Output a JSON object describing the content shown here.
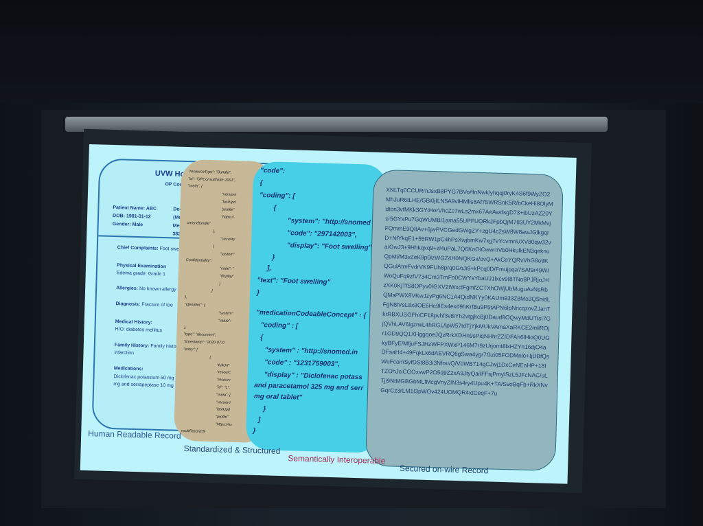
{
  "slide": {
    "human_record": {
      "hospital": "UVW Hosp",
      "subtitle": "OP Consult",
      "patient_name": "Patient Name: ABC",
      "dob": "DOB: 1981-01-12",
      "gender": "Gender: Male",
      "doctor_col": [
        "Doct",
        "(Me",
        "Med",
        "3828"
      ],
      "chief_complaints": "Chief Complaints:",
      "chief_value": "Foot swell",
      "physical_exam": "Physical Examination",
      "physical_value": "Edema grade: Grade 1",
      "allergies": "Allergies:",
      "allergies_value": "No known allergy",
      "diagnosis": "Diagnosis:",
      "diagnosis_value": "Fracture of toe",
      "medical_history": "Medical History:",
      "medical_history_value": "H/O: diabetes mellitus",
      "family_history": "Family History:",
      "family_history_value": "Family histo",
      "family_history_value2": "infarction",
      "medications": "Medications:",
      "medications_value": "Diclofenac potassium 50 mg",
      "medications_value2": "mg and serrapeptase 10 mg"
    },
    "structured_record": {
      "lines": [
        "{",
        "\"resourceType\": \"Bundle\",",
        "\"id\": \"OPConsultNote-1001\",",
        "\"meta\": {",
        "\"versionI",
        "\"lastUpd",
        "\"profile\"",
        "\"https://",
        "umentBundle\"",
        "},",
        "\"security",
        "{",
        "\"system\"",
        "Confidentiality\",",
        "\"code\": \"",
        "\"display\"",
        "}",
        "]",
        "},",
        "\"identifier\": {",
        "\"system\"",
        "\"value\":",
        "},",
        "\"type\": \"document\",",
        "\"timestamp\": \"2020-07-0",
        "\"entry\": [",
        "{",
        "\"fullUrl\"",
        "\"resourc",
        "\"resourc",
        "\"id\": \"1\",",
        "\"meta\": {",
        "\"versionI",
        "\"lastUpd",
        "\"profile\"",
        "\"https://ns",
        "nsultRecord\"]}"
      ]
    },
    "semantic_record": {
      "lines": [
        "\"code\":",
        "{",
        "\"coding\": [",
        "{",
        "\"system\": \"http://snomed",
        "\"code\": \"297142003\",",
        "\"display\": \"Foot swelling\"",
        "}",
        "],",
        "\"text\": \"Foot swelling\"",
        "}",
        "\"medicationCodeableConcept\" : {",
        "\"coding\" : [",
        "{",
        "\"system\" : \"http://snomed.in",
        "\"code\" : \"1231759003\",",
        "\"display\" : \"Diclofenac potass",
        "and paracetamol 325 mg and serr",
        "mg oral tablet\"",
        "}",
        "]",
        "}"
      ]
    },
    "secured_record": {
      "text": "XNLTq0CCURmJsxB8PYG7BVo/flnNwk/yhqqj0ryK4S6f9WyZO2MhJuR6tLHE/GBi0jILN5A9vlHMlls8Af75WRSnK5R/bCkeHi8OlyMdton3vfMKk3GYtHorVhcZc7wLs2mx67AeAwdsgD73+ibUzAZ20Yzr5GYxPu7GqWUMBI1ama55UPFUQRkJFpbQjM783UY2MkMvjFQmmE9Q8Av+6jwPVCGedGWgZY+zgU4c2sW8W8awJGlkgqrD+NfYkqE1+55RW1pC4hPsXwjbmKw7xg7eYcvmnUXV80qw32va/GwJ3+9Hhkqxq9+zl4uPaL7Q6KoOiCwwmVb0HkulkEN3qeknuQpMi/M3vZeK9p0lzWGZ4H0NQKGx/ovQ+AkCoYQRvVhG8o9KQGulAtmFvdrVK9FUh8prq0GoJi9+kPcq0D/Fmujpqa7SAf9r49WIWoQuFq9zfV734Cm3TmFo0CWYsYbaUJ1lxcv9I8TNo8PJRjoJ+IzXK0KjTfS8OPyv0IGXV2tWxclFgmfZCTXhOWjUbMuguAvNsRbQMsPWX8VKwJzyPg6NC1A4QidNKYy0KAUm933Z8Mo3Q5hidLFgN8lVsL8x8OE6Hc9lEs4exd9hKrfBu9P5tAPN6lpNricqzovZJanTkrRBXUSGFhiCF18pvhf3v8iYh2vtgjkcBj0Daud8OQwyMdUTtsI7GjQVhLAV6igzrwL4hRGL/lpW57tdTjYjkMUkVAmaXaRKCE2mllROjr1OD9QQ1XHggqoeJQzRrkXDHn9sPiqNHhrZZIDFAh6lHioQ0UGkyBFyE/MfjuFSJHzWFPXWxP146M7r9zUrjomt8lxHZYn16djO4aDFsaH4+49FqkLk6dAEVRQ6gSwa4ygr7Gzi05FODMnlo+IjDBfQsWuFcomSyfDSt8B3i3Nfou/Q/VbWB714gCJwj1DxCeNEoHP+18ITZOhJciCGOxvwP2O5q9Z2xA9JtyQaiIFFsjPmylSzL5JFcNAC/uLTji9NtMGBGbMLfMcgVnyZIN3s4ry4Upu4K+TA/SvoBqFb+RkXNvGqrCz3rLM1I3pWOv424UOMQR4xtCeqF+7u"
    },
    "labels": {
      "human": "Human Readable Record",
      "structured": "Standardized & Structured",
      "semantic": "Semantically Interoperable",
      "secured": "Secured on-wire Record"
    }
  },
  "colors": {
    "slide_bg": "#bdf3fb",
    "card_structured": "#c7b898",
    "card_semantic": "#48cfe8",
    "card_secured": "#93b6be",
    "label_blue": "#2b5a9a",
    "label_magenta": "#a0305a"
  }
}
